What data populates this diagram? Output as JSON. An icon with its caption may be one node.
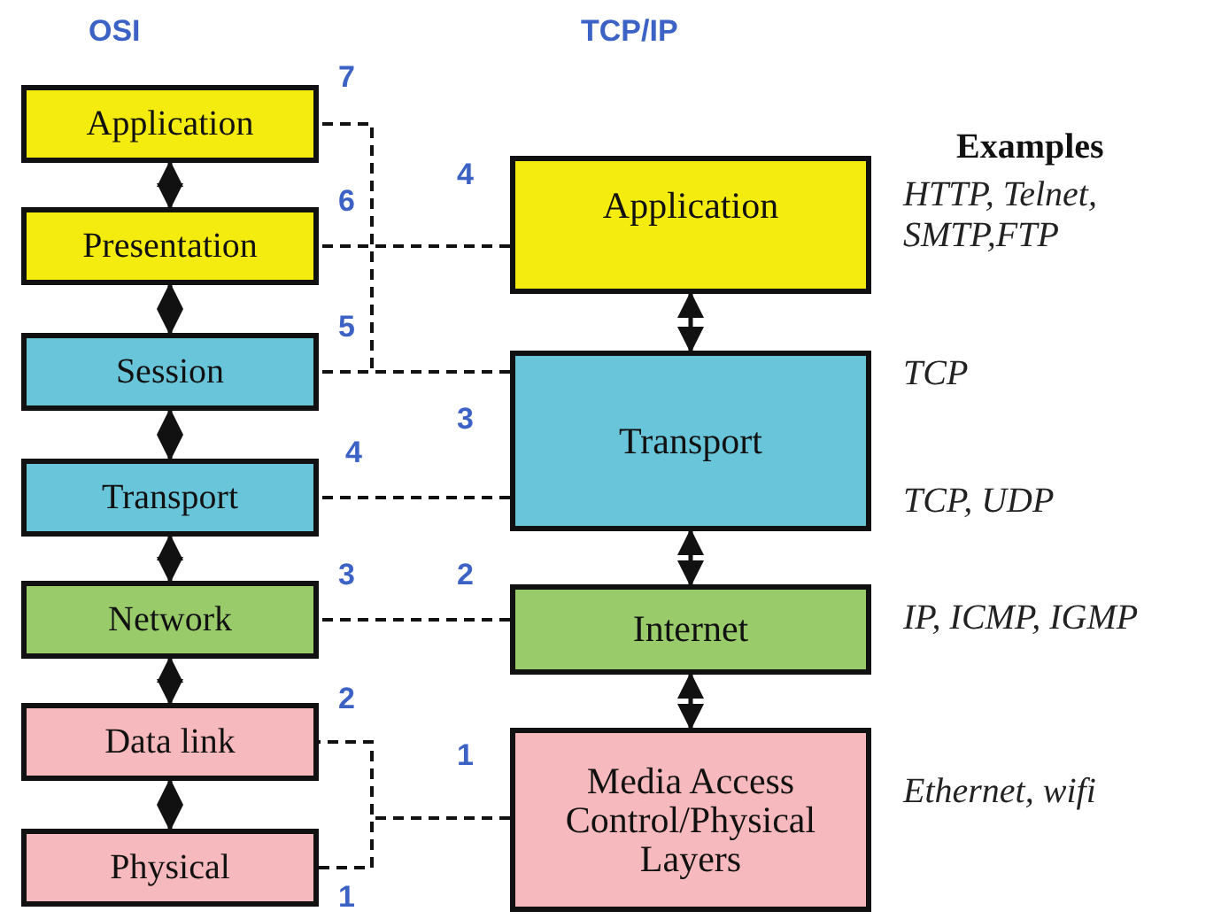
{
  "diagram": {
    "nodes": [
      {
        "text": [
          "Application"
        ]
      },
      {
        "text": [
          "Presentation"
        ]
      },
      {
        "text": [
          "Session"
        ]
      },
      {
        "text": [
          "Transport"
        ]
      },
      {
        "text": [
          "Network"
        ]
      },
      {
        "text": [
          "Data link"
        ]
      },
      {
        "text": [
          "Physical"
        ]
      },
      {
        "text": [
          "Application"
        ]
      },
      {
        "text": [
          "Transport"
        ]
      },
      {
        "text": [
          "Internet"
        ]
      },
      {
        "text": [
          "Media Access Control/Physical Layers"
        ]
      }
    ],
    "edges": [
      {
        "from": 0,
        "to": 1,
        "arrow": "both"
      },
      {
        "from": 1,
        "to": 2,
        "arrow": "both"
      },
      {
        "from": 2,
        "to": 3,
        "arrow": "both"
      },
      {
        "from": 3,
        "to": 4,
        "arrow": "both"
      },
      {
        "from": 4,
        "to": 5,
        "arrow": "both"
      },
      {
        "from": 5,
        "to": 6,
        "arrow": "both"
      },
      {
        "from": 7,
        "to": 8,
        "arrow": "both"
      },
      {
        "from": 8,
        "to": 9,
        "arrow": "both"
      },
      {
        "from": 9,
        "to": 10,
        "arrow": "both"
      },
      {
        "from": 0,
        "to": 8,
        "arrow": "none",
        "style": "dashed"
      },
      {
        "from": 1,
        "to": 7,
        "arrow": "none",
        "style": "dashed"
      },
      {
        "from": 2,
        "to": 8,
        "arrow": "none",
        "style": "dashed"
      },
      {
        "from": 3,
        "to": 8,
        "arrow": "none",
        "style": "dashed"
      },
      {
        "from": 4,
        "to": 9,
        "arrow": "none",
        "style": "dashed"
      },
      {
        "from": 5,
        "to": 10,
        "arrow": "none",
        "style": "dashed"
      },
      {
        "from": 6,
        "to": 10,
        "arrow": "none",
        "style": "dashed"
      }
    ],
    "labels": [
      "OSI",
      "TCP/IP",
      "7",
      "Examples",
      "4",
      "HTTP, Telnet, SMTP,FTP",
      "6",
      "5",
      "TCP",
      "3",
      "4",
      "TCP, UDP",
      "3",
      "2",
      "IP, ICMP, IGMP",
      "2",
      "1",
      "Ethernet, wifi",
      "1"
    ]
  }
}
